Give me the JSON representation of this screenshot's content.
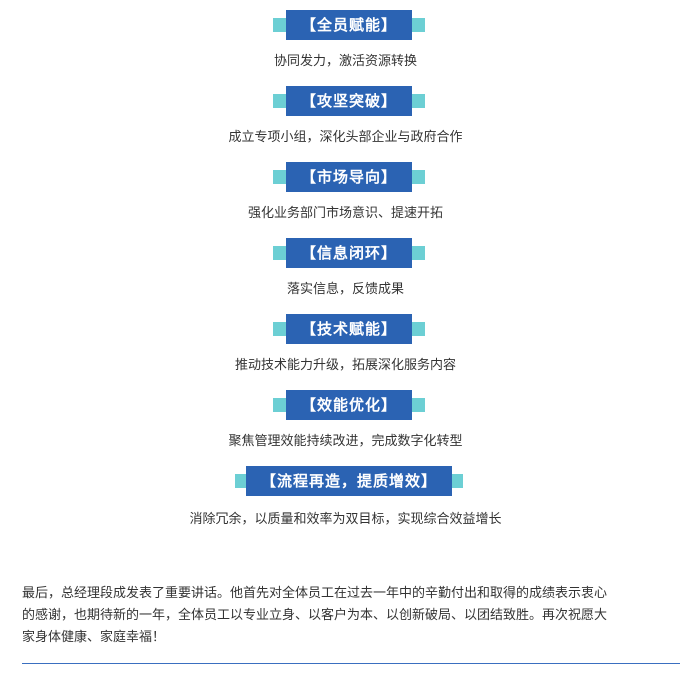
{
  "sections": [
    {
      "title": "【全员赋能】",
      "desc": "协同发力，激活资源转换"
    },
    {
      "title": "【攻坚突破】",
      "desc": "成立专项小组，深化头部企业与政府合作"
    },
    {
      "title": "【市场导向】",
      "desc": "强化业务部门市场意识、提速开拓"
    },
    {
      "title": "【信息闭环】",
      "desc": "落实信息，反馈成果"
    },
    {
      "title": "【技术赋能】",
      "desc": "推动技术能力升级，拓展深化服务内容"
    },
    {
      "title": "【效能优化】",
      "desc": "聚焦管理效能持续改进，完成数字化转型"
    },
    {
      "title": "【流程再造，提质增效】",
      "desc": "消除冗余，以质量和效率为双目标，实现综合效益增长"
    }
  ],
  "closing": {
    "lines": [
      "最后，总经理段成发表了重要讲话。他首先对全体员工在过去一年中的辛勤付出和取得的成绩表示衷心",
      "的感谢，也期待新的一年，全体员工以专业立身、以客户为本、以创新破局、以团结致胜。再次祝愿大",
      "家身体健康、家庭幸福！"
    ]
  },
  "colors": {
    "tag_background": "#2b63b3",
    "tag_accent": "#6ccfd4",
    "divider": "#3a6fc0"
  }
}
